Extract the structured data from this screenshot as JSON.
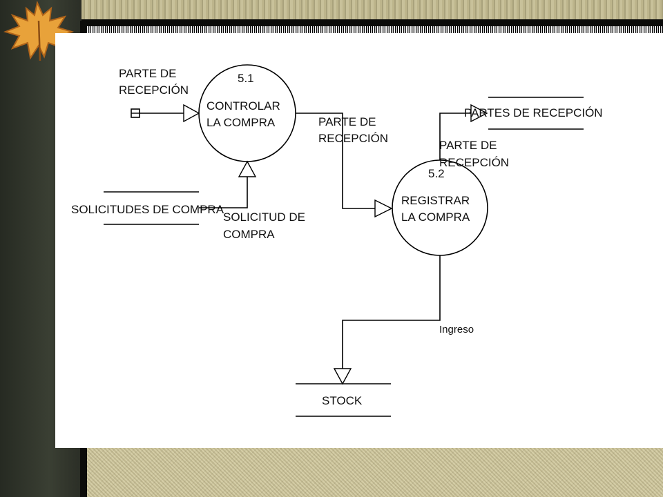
{
  "processes": [
    {
      "id": "p51",
      "number": "5.1",
      "line1": "CONTROLAR",
      "line2": "LA COMPRA"
    },
    {
      "id": "p52",
      "number": "5.2",
      "line1": "REGISTRAR",
      "line2": "LA COMPRA"
    }
  ],
  "stores": {
    "solicitudes": "SOLICITUDES DE COMPRA",
    "partes": "PARTES DE RECEPCIÓN",
    "stock": "STOCK"
  },
  "flows": {
    "entrada_line1": "PARTE DE",
    "entrada_line2": "RECEPCIÓN",
    "p51_p52_line1": "PARTE DE",
    "p51_p52_line2": "RECEPCIÓN",
    "p52_partes_line1": "PARTE DE",
    "p52_partes_line2": "RECEPCIÓN",
    "solicitud_line1": "SOLICITUD DE",
    "solicitud_line2": "COMPRA",
    "ingreso": "Ingreso"
  },
  "colors": {
    "leaf": "#e8a23a",
    "background": "#cfc79d",
    "canvas": "#ffffff"
  }
}
